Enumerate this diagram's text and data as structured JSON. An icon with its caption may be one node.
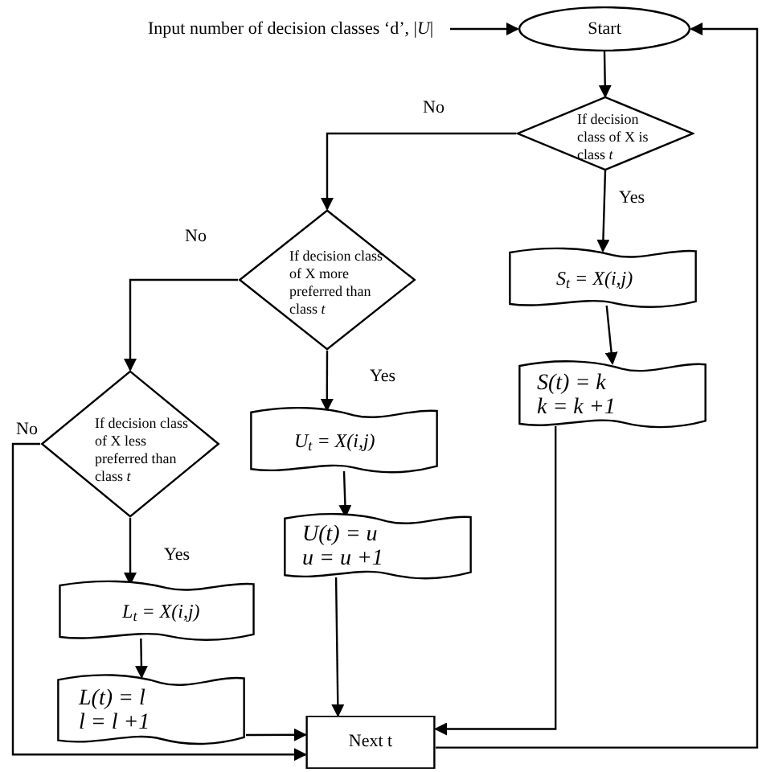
{
  "diagram": {
    "nodes": [
      {
        "text": [
          "Input number of decision classes ‘d’, |*U*|"
        ]
      },
      {
        "text": [
          "Start"
        ]
      },
      {
        "text": [
          "If decision class of X is class *t*"
        ]
      },
      {
        "text": [
          "If decision class of X more preferred than class *t*"
        ]
      },
      {
        "text": [
          "If decision class of X less preferred than class *t*"
        ]
      },
      {
        "text": [
          "S$_{t}$ = X(i,j)"
        ]
      },
      {
        "text": [
          "S(t) = k",
          "k = k +1"
        ]
      },
      {
        "text": [
          "U$_{t}$ = X(i,j)"
        ]
      },
      {
        "text": [
          "U(t) = u",
          "u = u +1"
        ]
      },
      {
        "text": [
          "L$_{t}$ = X(i,j)"
        ]
      },
      {
        "text": [
          "L(t) = l",
          "l = l +1"
        ]
      },
      {
        "text": [
          "Next t"
        ]
      }
    ],
    "edges": [
      {
        "from": 0,
        "to": 1,
        "arrow": "to"
      },
      {
        "from": 1,
        "to": 2,
        "arrow": "to"
      },
      {
        "from": 2,
        "to": 3,
        "arrow": "to",
        "label": "No"
      },
      {
        "from": 2,
        "to": 5,
        "arrow": "to",
        "label": "Yes"
      },
      {
        "from": 3,
        "to": 4,
        "arrow": "to",
        "label": "No"
      },
      {
        "from": 3,
        "to": 7,
        "arrow": "to",
        "label": "Yes"
      },
      {
        "from": 4,
        "to": 9,
        "arrow": "to",
        "label": "Yes"
      },
      {
        "from": 4,
        "to": 11,
        "arrow": "to",
        "label": "No"
      },
      {
        "from": 5,
        "to": 6,
        "arrow": "to"
      },
      {
        "from": 6,
        "to": 11,
        "arrow": "to"
      },
      {
        "from": 7,
        "to": 8,
        "arrow": "to"
      },
      {
        "from": 8,
        "to": 11,
        "arrow": "to"
      },
      {
        "from": 9,
        "to": 10,
        "arrow": "to"
      },
      {
        "from": 10,
        "to": 11,
        "arrow": "to"
      },
      {
        "from": 11,
        "to": 1,
        "arrow": "to"
      }
    ]
  }
}
